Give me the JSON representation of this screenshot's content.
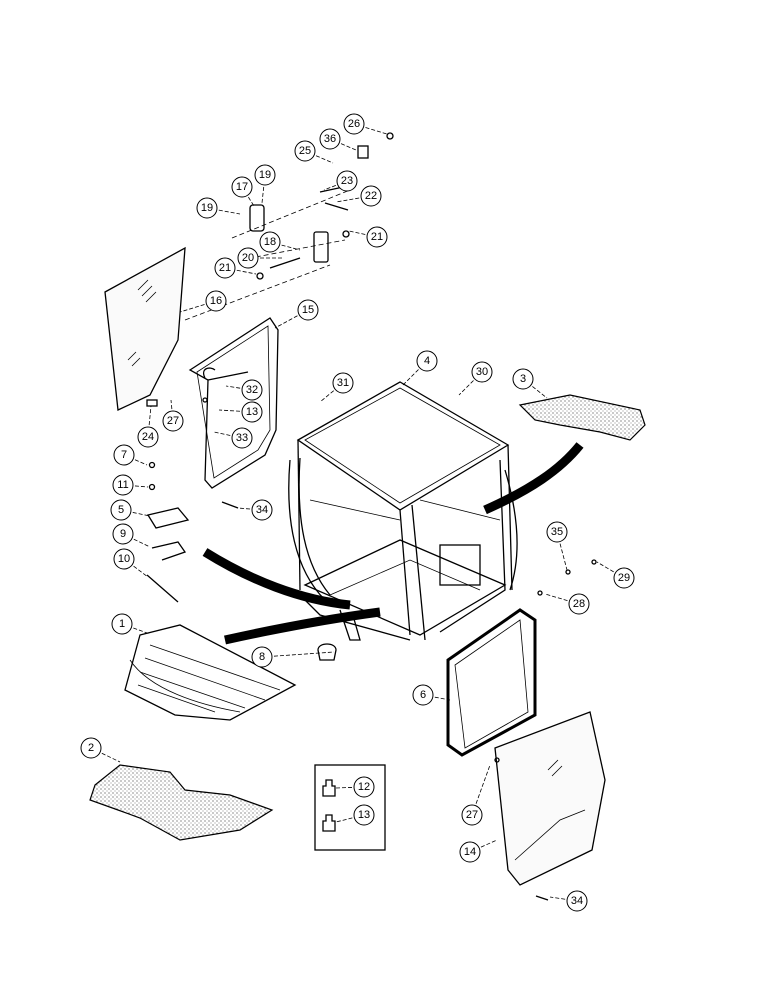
{
  "diagram": {
    "callouts": [
      "26",
      "36",
      "25",
      "23",
      "22",
      "19",
      "17",
      "19",
      "18",
      "21",
      "20",
      "21",
      "16",
      "15",
      "4",
      "31",
      "30",
      "3",
      "32",
      "13",
      "33",
      "24",
      "27",
      "7",
      "11",
      "5",
      "9",
      "10",
      "34",
      "35",
      "29",
      "28",
      "1",
      "8",
      "6",
      "2",
      "12",
      "13",
      "27",
      "14",
      "34"
    ]
  }
}
